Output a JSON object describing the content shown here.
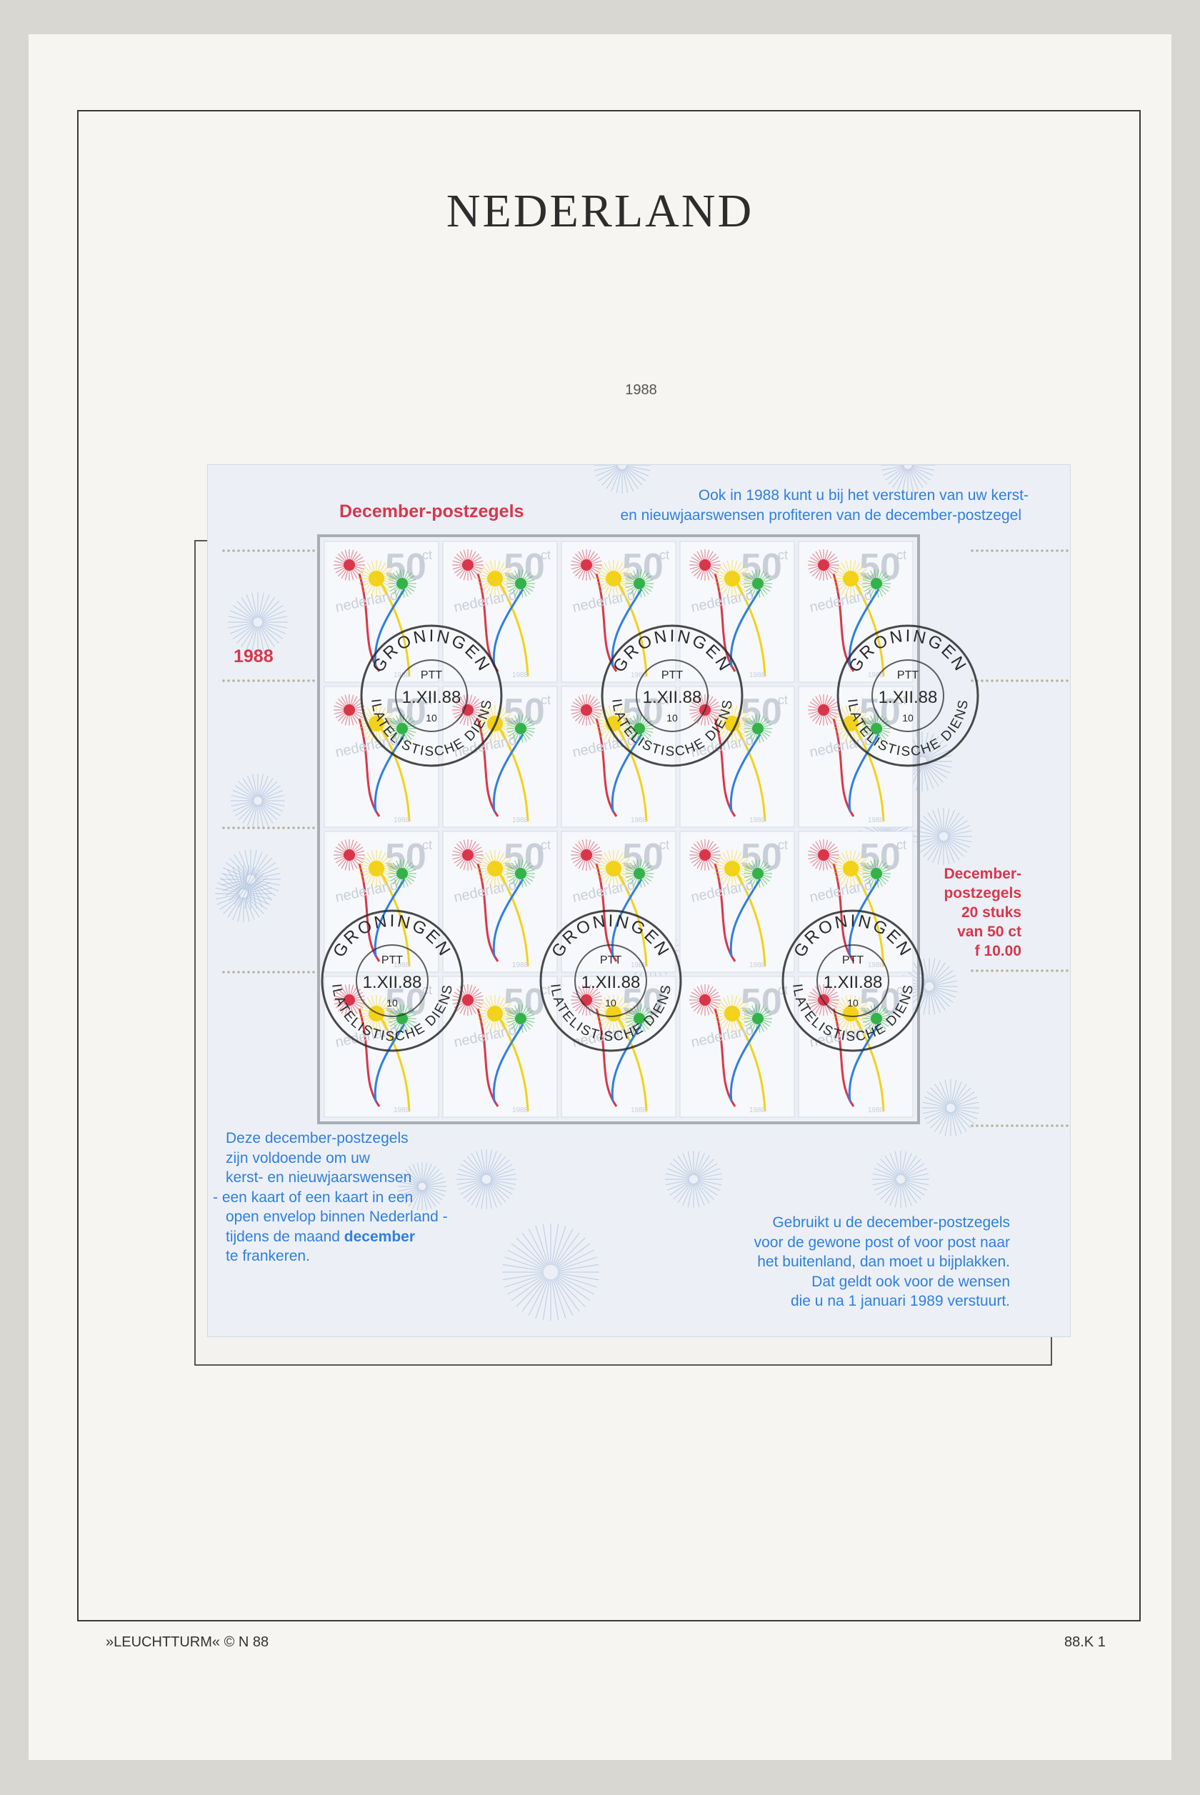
{
  "page": {
    "title": "NEDERLAND",
    "year": "1988",
    "footer_left": "»LEUCHTTURM« © N 88",
    "footer_right": "88.K 1"
  },
  "sheet": {
    "heading": "December-postzegels",
    "year_label": "1988",
    "intro_line1": "Ook in 1988 kunt u bij het versturen van uw kerst-",
    "intro_line2": "en nieuwjaarswensen profiteren van de december-postzegel",
    "side_line1": "December-",
    "side_line2": "postzegels",
    "side_line3": "20 stuks",
    "side_line4": "van 50 ct",
    "side_line5": "f 10.00",
    "left_lines": [
      "Deze december-postzegels",
      "zijn voldoende om uw",
      "kerst- en nieuwjaarswensen",
      "- een kaart of een kaart in een",
      "open envelop binnen Nederland -",
      "tijdens de maand",
      "te frankeren."
    ],
    "left_bold": "december",
    "right_lines": [
      "Gebruikt u de december-postzegels",
      "voor de gewone post of voor post naar",
      "het buitenland, dan moet u bijplakken.",
      "Dat geldt ook voor de wensen",
      "die u na 1 januari 1989 verstuurt."
    ]
  },
  "stamp": {
    "value": "50",
    "unit": "ct",
    "country": "nederland",
    "year": "1988",
    "rows": 4,
    "cols": 5
  },
  "postmark": {
    "city": "GRONINGEN",
    "service": "FILATELISTISCHE DIENST",
    "ptt": "PTT",
    "date": "1.XII.88",
    "code": "10"
  },
  "colors": {
    "red": "#d9364b",
    "blue": "#2f7fe0",
    "yellow": "#f2d21a",
    "green": "#35b24a"
  }
}
